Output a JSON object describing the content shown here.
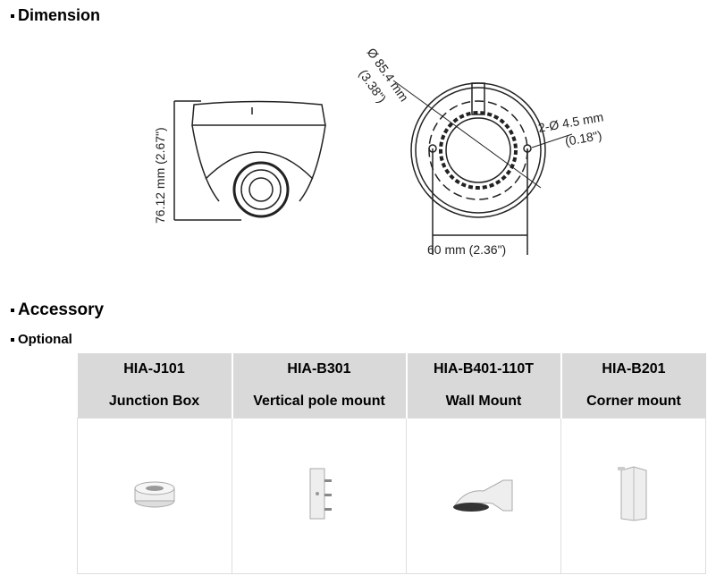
{
  "dimension": {
    "title": "Dimension",
    "height": "76.12 mm (2.67\")",
    "diameter": "Ø 85.4 mm",
    "diameter_in": "(3.38\")",
    "hole": "2-Ø 4.5 mm",
    "hole_in": "(0.18\")",
    "spacing": "60 mm (2.36\")"
  },
  "accessory": {
    "title": "Accessory",
    "optional": "Optional",
    "items": [
      {
        "model": "HIA-J101",
        "name": "Junction Box"
      },
      {
        "model": "HIA-B301",
        "name": "Vertical pole mount"
      },
      {
        "model": "HIA-B401-110T",
        "name": "Wall Mount"
      },
      {
        "model": "HIA-B201",
        "name": "Corner mount"
      }
    ]
  }
}
